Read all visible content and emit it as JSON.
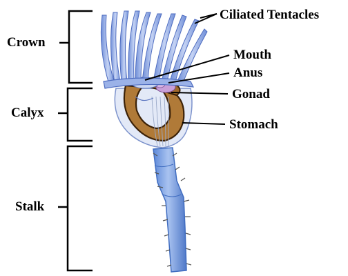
{
  "labels": {
    "crown": "Crown",
    "calyx": "Calyx",
    "stalk": "Stalk",
    "ciliated_tentacles": "Ciliated Tentacles",
    "mouth": "Mouth",
    "anus": "Anus",
    "gonad": "Gonad",
    "stomach": "Stomach"
  },
  "colors": {
    "tentacle": "#8aa3e0",
    "tentacle_stroke": "#4d6bbf",
    "calyx": "#dfe6f6",
    "stomach": "#b07a38",
    "stomach_stroke": "#4a2a0c",
    "stalk": "#7fa6e6",
    "stalk_stroke": "#3f6cc0",
    "gonad": "#c79bd6"
  }
}
